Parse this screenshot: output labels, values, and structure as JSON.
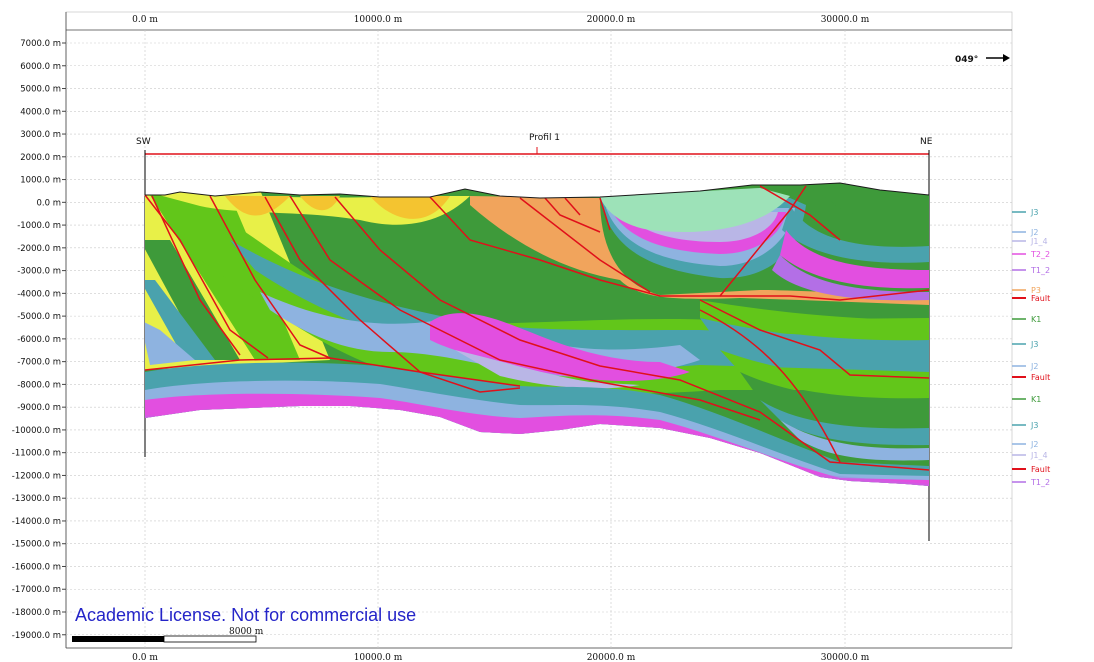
{
  "x_axis": {
    "top_ticks": [
      "0.0 m",
      "10000.0 m",
      "20000.0 m",
      "30000.0 m"
    ],
    "bottom_ticks": [
      "0.0 m",
      "10000.0 m",
      "20000.0 m",
      "30000.0 m"
    ]
  },
  "y_axis": {
    "ticks": [
      "7000.0 m",
      "6000.0 m",
      "5000.0 m",
      "4000.0 m",
      "3000.0 m",
      "2000.0 m",
      "1000.0 m",
      "0.0 m",
      "-1000.0 m",
      "-2000.0 m",
      "-3000.0 m",
      "-4000.0 m",
      "-5000.0 m",
      "-6000.0 m",
      "-7000.0 m",
      "-8000.0 m",
      "-9000.0 m",
      "-10000.0 m",
      "-11000.0 m",
      "-12000.0 m",
      "-13000.0 m",
      "-14000.0 m",
      "-15000.0 m",
      "-16000.0 m",
      "-17000.0 m",
      "-18000.0 m",
      "-19000.0 m"
    ]
  },
  "orientation": {
    "azimuth": "049°",
    "arrow_icon": "arrow-right-icon"
  },
  "profile": {
    "name": "Profil 1",
    "start_label": "SW",
    "end_label": "NE"
  },
  "scale_bar": {
    "label": "8000 m"
  },
  "license_text": "Academic License. Not for commercial use",
  "colors": {
    "fault": "#e0101a",
    "K1": "#3e9a3a",
    "J3": "#4aa2ad",
    "J2": "#8eb3e0",
    "J1_4": "#b9b6e6",
    "T2_2": "#e24fe0",
    "T1_2": "#b36fe6",
    "P3": "#f1a45c",
    "yellow": "#e8f048",
    "light_green": "#62c61a",
    "mint": "#9de2b8"
  },
  "legend": {
    "group1": [
      {
        "label": "J3",
        "color": "#4aa2ad"
      },
      {
        "label": "J2",
        "color": "#8eb3e0"
      },
      {
        "label": "J1_4",
        "color": "#b9b6e6"
      },
      {
        "label": "T2_2",
        "color": "#e24fe0"
      },
      {
        "label": "T1_2",
        "color": "#b36fe6"
      },
      {
        "label": "P3",
        "color": "#f1a45c"
      },
      {
        "label": "Fault",
        "color": "#e0101a"
      }
    ],
    "group2": [
      {
        "label": "K1",
        "color": "#3e9a3a"
      },
      {
        "label": "J3",
        "color": "#4aa2ad"
      },
      {
        "label": "J2",
        "color": "#8eb3e0"
      },
      {
        "label": "Fault",
        "color": "#e0101a"
      }
    ],
    "group3": [
      {
        "label": "K1",
        "color": "#3e9a3a"
      },
      {
        "label": "J3",
        "color": "#4aa2ad"
      },
      {
        "label": "J2",
        "color": "#8eb3e0"
      },
      {
        "label": "J1_4",
        "color": "#b9b6e6"
      },
      {
        "label": "Fault",
        "color": "#e0101a"
      },
      {
        "label": "T1_2",
        "color": "#b36fe6"
      }
    ]
  }
}
